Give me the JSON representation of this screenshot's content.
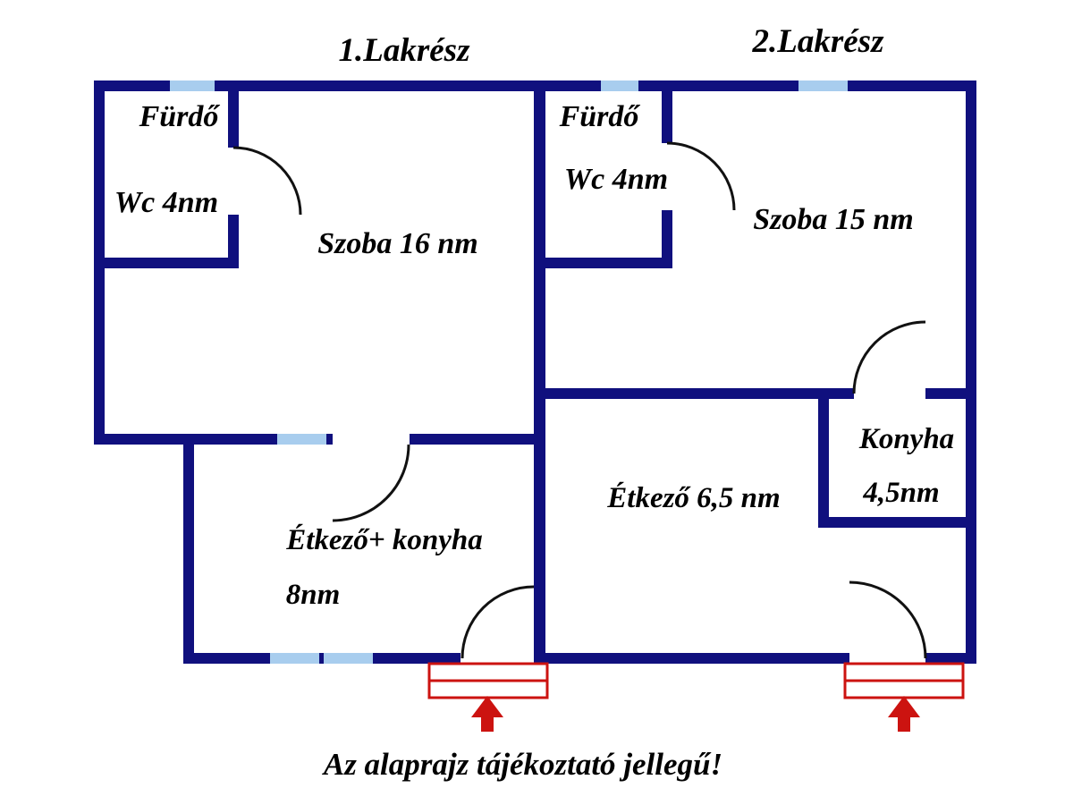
{
  "page": {
    "footer_note": "Az alaprajz tájékoztató jellegű!"
  },
  "colors": {
    "wall": "#10107e",
    "window": "#a8cdee",
    "door": "#111111",
    "entrance": "#cc1310",
    "background": "#ffffff",
    "text": "#000000"
  },
  "unit1": {
    "title": "1.Lakrész",
    "bathroom_label": "Fürdő",
    "wc_label": "Wc 4nm",
    "room_label": "Szoba 16 nm",
    "dining_label": "Étkező+ konyha",
    "dining_area": "8nm"
  },
  "unit2": {
    "title": "2.Lakrész",
    "bathroom_label": "Fürdő",
    "wc_label": "Wc 4nm",
    "room_label": "Szoba 15 nm",
    "dining_label": "Étkező 6,5 nm",
    "kitchen_label": "Konyha",
    "kitchen_area": "4,5nm"
  }
}
